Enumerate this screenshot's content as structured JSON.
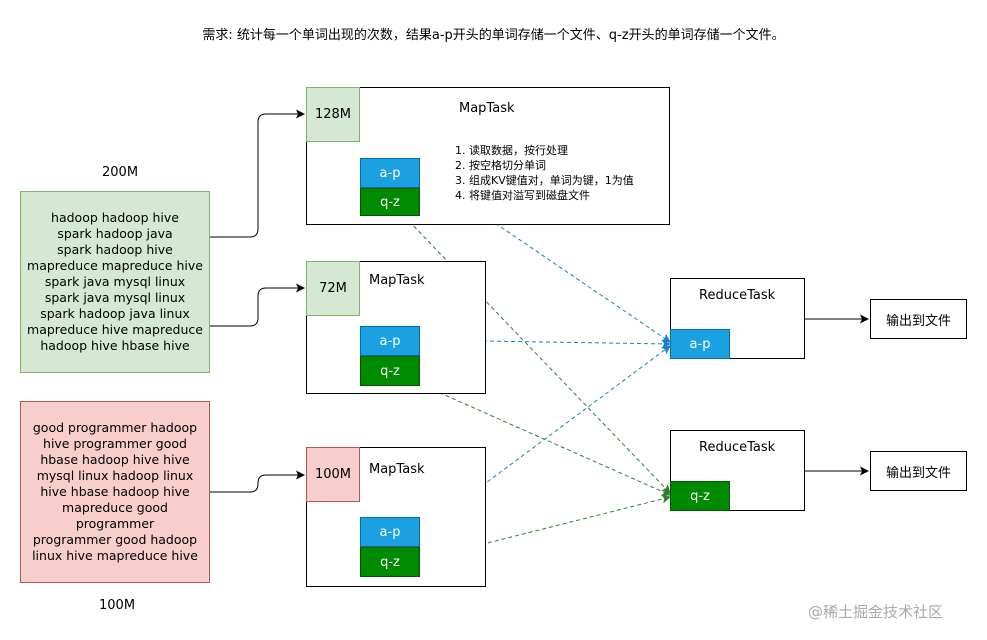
{
  "title": "需求: 统计每一个单词出现的次数，结果a-p开头的单词存储一个文件、q-z开头的单词存储一个文件。",
  "sources": {
    "file1": {
      "size": "200M",
      "lines": [
        "hadoop  hadoop hive",
        "spark hadoop java",
        "spark hadoop hive",
        "mapreduce mapreduce hive",
        "spark java mysql linux",
        "spark java mysql linux",
        "spark hadoop java linux",
        "mapreduce hive mapreduce",
        "hadoop hive hbase hive"
      ]
    },
    "file2": {
      "size": "100M",
      "lines": [
        "good programmer hadoop",
        "hive programmer good",
        "hbase hadoop hive hive",
        "mysql linux hadoop linux",
        "hive hbase hadoop hive",
        "mapreduce good programmer",
        "programmer good hadoop",
        "linux hive mapreduce hive"
      ]
    }
  },
  "map_tasks": [
    {
      "title": "MapTask",
      "split": "128M"
    },
    {
      "title": "MapTask",
      "split": "72M"
    },
    {
      "title": "MapTask",
      "split": "100M"
    }
  ],
  "map_steps": [
    "1. 读取数据，按行处理",
    "2. 按空格切分单词",
    "3. 组成KV键值对，单词为键，1为值",
    "4. 将键值对溢写到磁盘文件"
  ],
  "partitions": {
    "ap": "a-p",
    "qz": "q-z"
  },
  "reduce_tasks": [
    {
      "title": "ReduceTask",
      "partition": "a-p"
    },
    {
      "title": "ReduceTask",
      "partition": "q-z"
    }
  ],
  "outputs": [
    "输出到文件",
    "输出到文件"
  ],
  "watermark": "@稀土掘金技术社区",
  "colors": {
    "ap_fill": "#1ba1e2",
    "qz_fill": "#008a00",
    "green_src": "#d5e8d4",
    "red_src": "#f8cecc"
  }
}
